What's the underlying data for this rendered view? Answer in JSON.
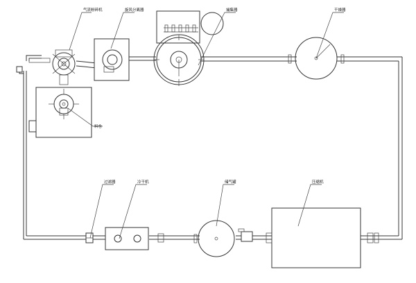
{
  "labels": {
    "gas_flow_crusher": "气流粉碎机",
    "cyclone_separator": "旋风分离器",
    "collector": "捕集器",
    "main_cyclone": "干燥器",
    "raw_material": "料仓",
    "filter": "过滤器",
    "cold_dryer": "冷干机",
    "gas_tank": "储气罐",
    "compressor": "压缩机"
  },
  "colors": {
    "line": "#333333",
    "background": "#ffffff"
  }
}
